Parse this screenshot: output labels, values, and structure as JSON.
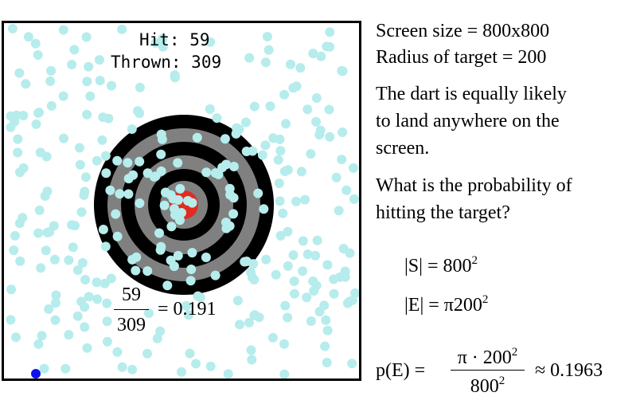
{
  "simulation": {
    "hit_label": "Hit:",
    "hit_value": "59",
    "thrown_label": "Thrown:",
    "thrown_value": "309",
    "colors": {
      "board_dark": "#000000",
      "board_gray": "#808080",
      "bullseye": "#e22b20",
      "dart": "#b6ecec",
      "cursor": "#1010f0"
    },
    "ratio": {
      "numerator": "59",
      "denominator": "309",
      "result": "= 0.191"
    }
  },
  "explanation": {
    "screen_size": "Screen size = 800x800",
    "radius": "Radius of target = 200",
    "statement_1": "The dart is equally likely",
    "statement_2": "to land anywhere on the",
    "statement_3": "screen.",
    "question_1": "What is the probability of",
    "question_2": "hitting the target?",
    "sample_space": "|S| = 800",
    "event": "|E| = π200",
    "exponent": "2",
    "prob_lhs": "p(E) =",
    "prob_numerator": "π · 200",
    "prob_denominator": "800",
    "prob_result": "≈ 0.1963"
  }
}
